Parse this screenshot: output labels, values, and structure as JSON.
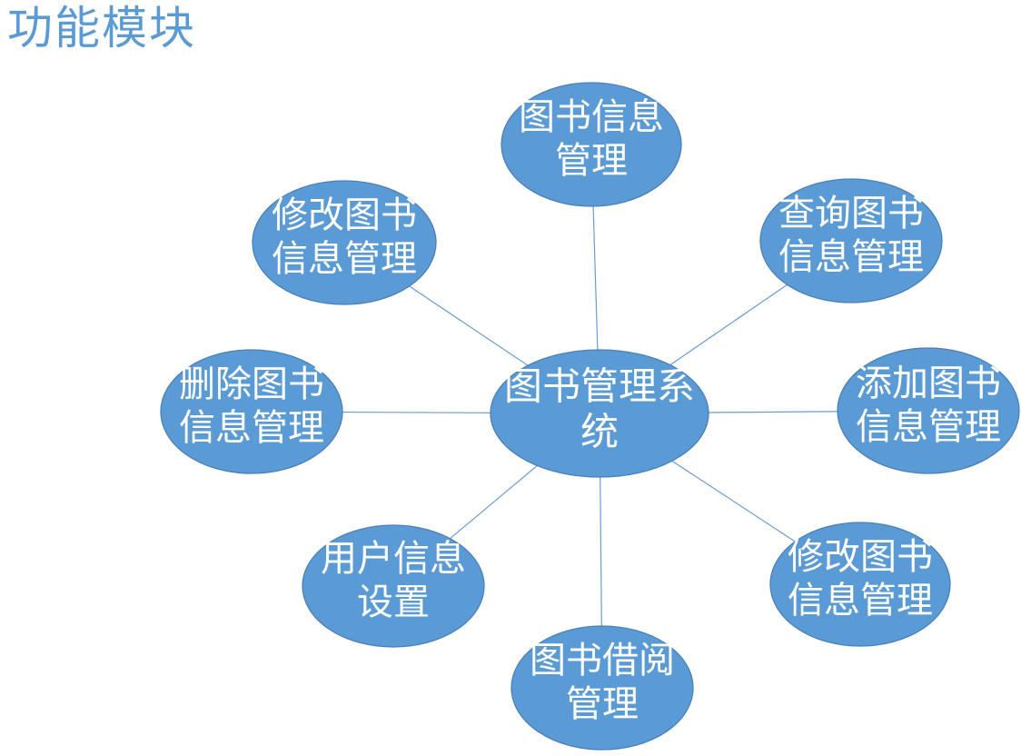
{
  "page": {
    "title": "功能模块"
  },
  "diagram": {
    "type": "radial",
    "center_node": {
      "id": "library-management-system",
      "label": "图书管理系统",
      "lines": [
        "图书管理系",
        "统"
      ]
    },
    "nodes": [
      {
        "id": "book-info-management",
        "position": "top",
        "label": "图书信息管理",
        "lines": [
          "图书信息",
          "管理"
        ]
      },
      {
        "id": "query-book-info-management",
        "position": "top-right",
        "label": "查询图书信息管理",
        "lines": [
          "查询图书",
          "信息管理"
        ]
      },
      {
        "id": "add-book-info-management",
        "position": "right",
        "label": "添加图书信息管理",
        "lines": [
          "添加图书",
          "信息管理"
        ]
      },
      {
        "id": "modify-book-info-management-right",
        "position": "bottom-right",
        "label": "修改图书信息管理",
        "lines": [
          "修改图书",
          "信息管理"
        ]
      },
      {
        "id": "book-borrow-management",
        "position": "bottom",
        "label": "图书借阅管理",
        "lines": [
          "图书借阅",
          "管理"
        ]
      },
      {
        "id": "user-info-settings",
        "position": "bottom-left",
        "label": "用户信息设置",
        "lines": [
          "用户信息",
          "设置"
        ]
      },
      {
        "id": "delete-book-info-management",
        "position": "left",
        "label": "删除图书信息管理",
        "lines": [
          "删除图书",
          "信息管理"
        ]
      },
      {
        "id": "modify-book-info-management-left",
        "position": "top-left",
        "label": "修改图书信息管理",
        "lines": [
          "修改图书",
          "信息管理"
        ]
      }
    ],
    "colors": {
      "background": "#FFFFFF",
      "node_fill": "#5B9BD5",
      "node_border": "#4A7FBB",
      "connector": "#6B9BD2",
      "node_text": "#FFFFFF",
      "title_text": "#5B9BD5"
    }
  }
}
